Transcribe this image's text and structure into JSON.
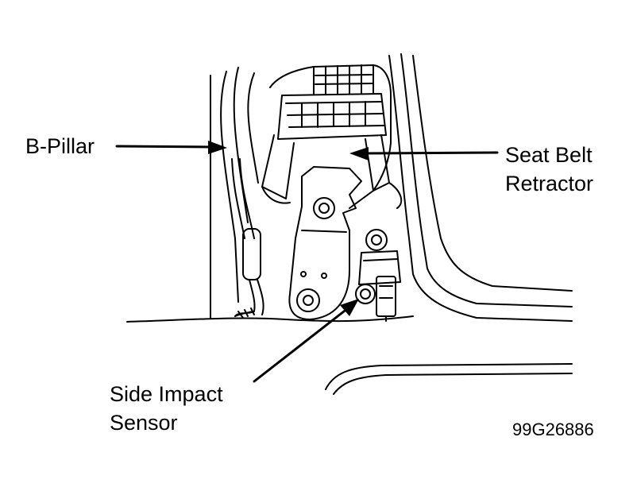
{
  "labels": {
    "b_pillar": "B-Pillar",
    "seat_belt_line1": "Seat Belt",
    "seat_belt_line2": "Retractor",
    "sensor_line1": "Side Impact",
    "sensor_line2": "Sensor"
  },
  "figure_code": "99G26886",
  "colors": {
    "ink": "#000000",
    "background": "#ffffff"
  }
}
